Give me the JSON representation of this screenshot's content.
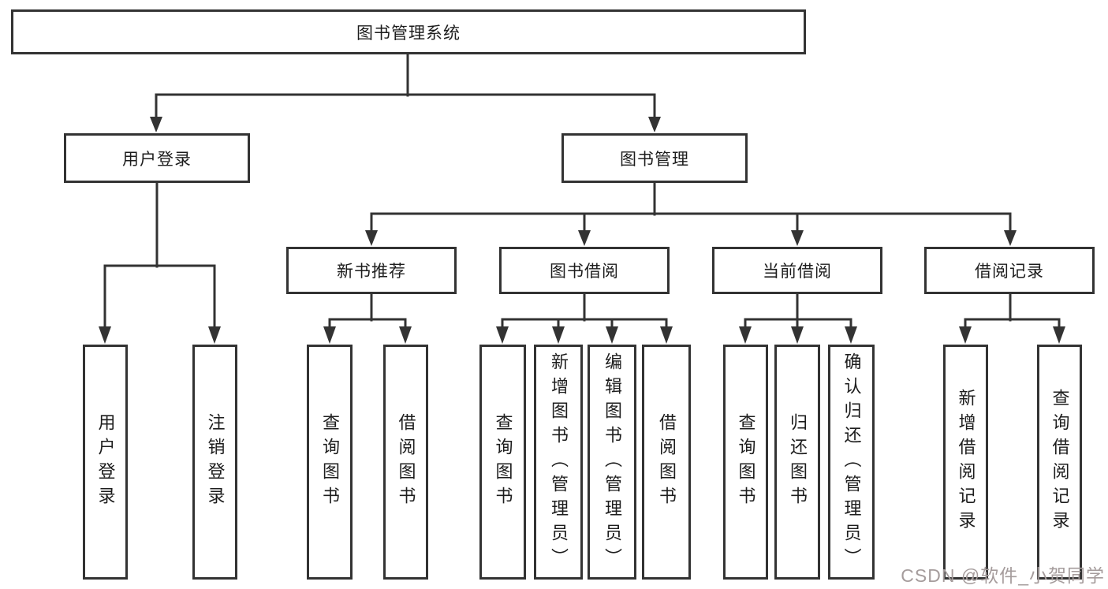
{
  "tree": {
    "label": "图书管理系统",
    "children": [
      {
        "label": "用户登录",
        "children": [
          {
            "label": "用户登录"
          },
          {
            "label": "注销登录"
          }
        ]
      },
      {
        "label": "图书管理",
        "children": [
          {
            "label": "新书推荐",
            "children": [
              {
                "label": "查询图书"
              },
              {
                "label": "借阅图书"
              }
            ]
          },
          {
            "label": "图书借阅",
            "children": [
              {
                "label": "查询图书"
              },
              {
                "label": "新增图书（管理员）"
              },
              {
                "label": "编辑图书（管理员）"
              },
              {
                "label": "借阅图书"
              }
            ]
          },
          {
            "label": "当前借阅",
            "children": [
              {
                "label": "查询图书"
              },
              {
                "label": "归还图书"
              },
              {
                "label": "确认归还（管理员）"
              }
            ]
          },
          {
            "label": "借阅记录",
            "children": [
              {
                "label": "新增借阅记录"
              },
              {
                "label": "查询借阅记录"
              }
            ]
          }
        ]
      }
    ]
  },
  "watermark": "CSDN @软件_小贺同学",
  "colors": {
    "line": "#333333",
    "text": "#1d1d1d",
    "background": "#ffffff",
    "watermark": "#a59c9c"
  }
}
